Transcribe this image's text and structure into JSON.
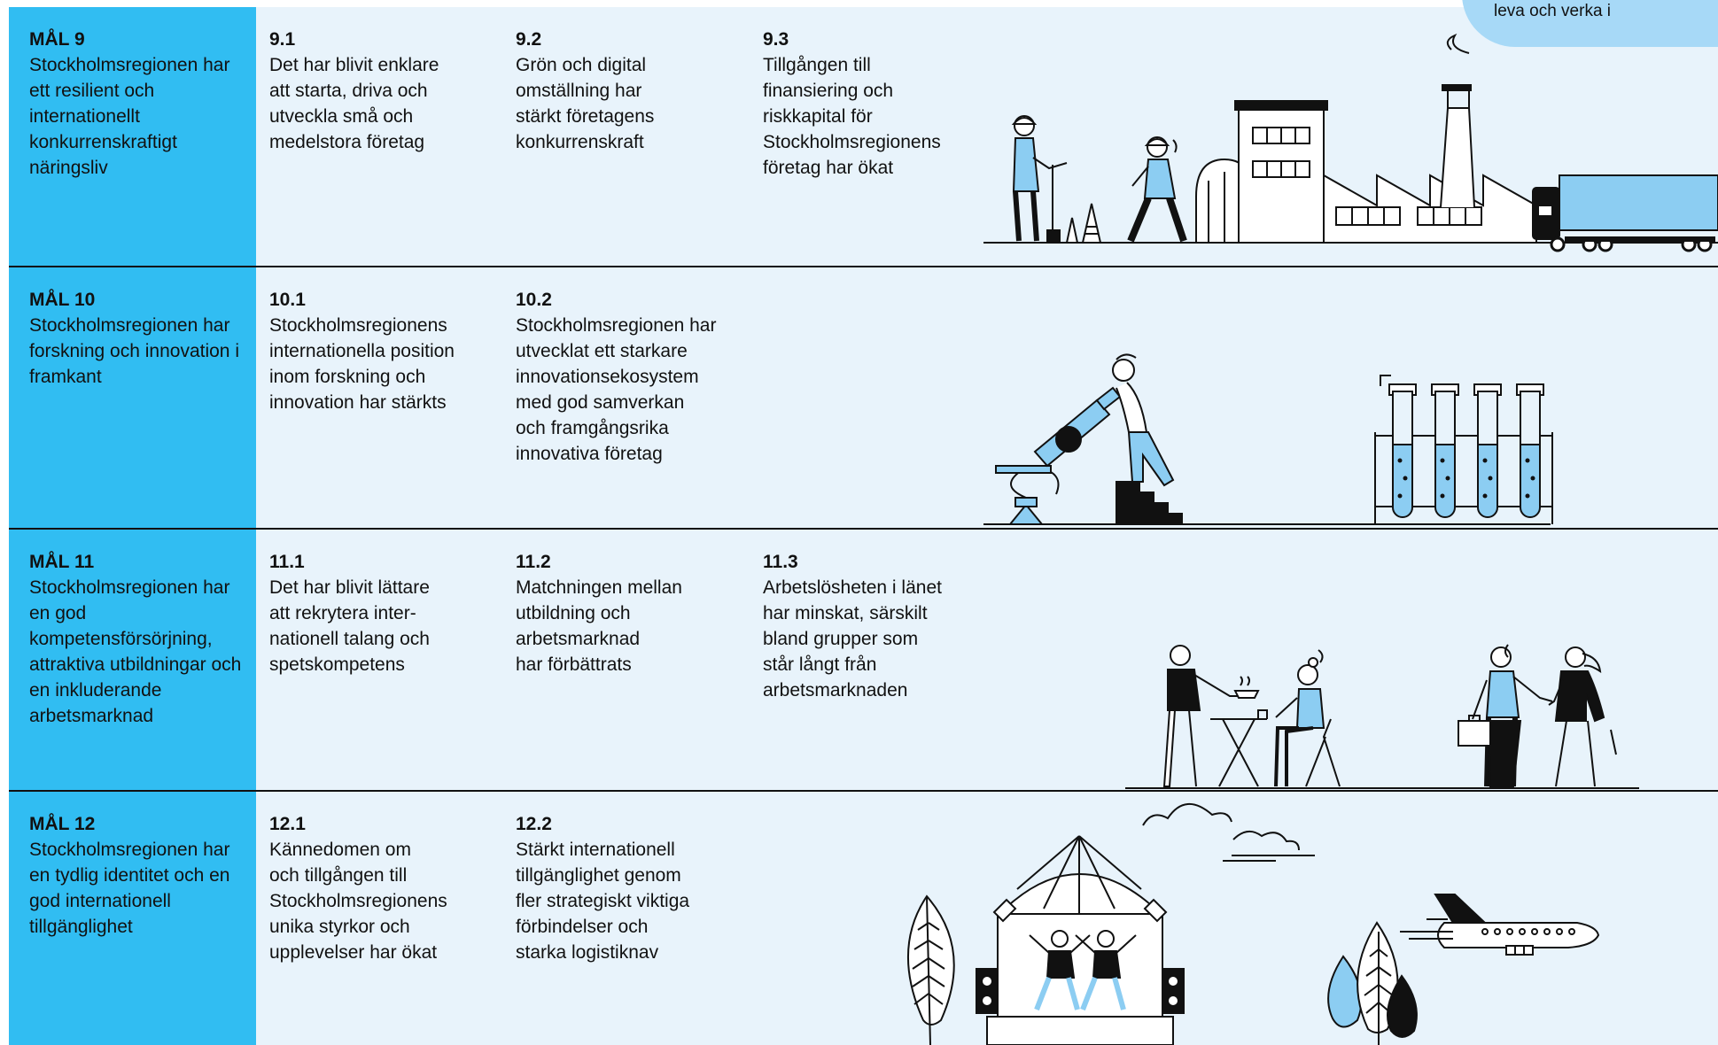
{
  "badge": {
    "text": "leva och verka i"
  },
  "colors": {
    "left_column": "#31bdf2",
    "background": "#e8f3fb",
    "accent_light": "#8ccdf2",
    "line": "#111111"
  },
  "goals": [
    {
      "number": "MÅL 9",
      "text": "Stockholmsregionen har ett resilient och internationellt konkurrenskraftigt näringsliv",
      "targets": [
        {
          "id": "9.1",
          "text": "Det har blivit enklare\natt starta, driva och\nutveckla små och\nmedelstora företag"
        },
        {
          "id": "9.2",
          "text": "Grön och digital\nomställning har\nstärkt företagens\nkonkurrenskraft"
        },
        {
          "id": "9.3",
          "text": "Tillgången till\nfinansiering och\nriskkapital för\nStockholmsregionens\nföretag har ökat"
        }
      ]
    },
    {
      "number": "MÅL 10",
      "text": "Stockholmsregionen har forskning och  innovation i framkant",
      "targets": [
        {
          "id": "10.1",
          "text": "Stockholmsregionens\ninternationella position\ninom forskning och\ninnovation har stärkts"
        },
        {
          "id": "10.2",
          "text": "Stockholmsregionen har\nutvecklat ett starkare\ninnovationsekosystem\nmed god samverkan\noch framgångsrika\ninnovativa företag"
        }
      ]
    },
    {
      "number": "MÅL 11",
      "text": "Stockholmsregionen har en god kompetensförsörjning, attraktiva utbildningar och en inkluderande arbetsmarknad",
      "targets": [
        {
          "id": "11.1",
          "text": "Det har blivit lättare\natt rekrytera inter-\nnationell talang och\nspetskompetens"
        },
        {
          "id": "11.2",
          "text": "Matchningen mellan\nutbildning och\narbetsmarknad\nhar förbättrats"
        },
        {
          "id": "11.3",
          "text": "Arbetslösheten i länet\nhar minskat, särskilt\nbland grupper som\nstår långt från\narbetsmarknaden"
        }
      ]
    },
    {
      "number": "MÅL 12",
      "text": "Stockholmsregionen har en tydlig identitet och en god internationell tillgänglighet",
      "targets": [
        {
          "id": "12.1",
          "text": "Kännedomen om\noch tillgången till\nStockholmsregionens\nunika styrkor och\nupplevelser har ökat"
        },
        {
          "id": "12.2",
          "text": "Stärkt internationell\ntillgänglighet genom\nfler strategiskt viktiga\nförbindelser och\nstarka logistiknav"
        }
      ]
    }
  ],
  "illustrations": {
    "row1": "industry-scene-icon",
    "row2": "research-lab-icon",
    "row3": "recruitment-scene-icon",
    "row4": "culture-travel-scene-icon"
  }
}
